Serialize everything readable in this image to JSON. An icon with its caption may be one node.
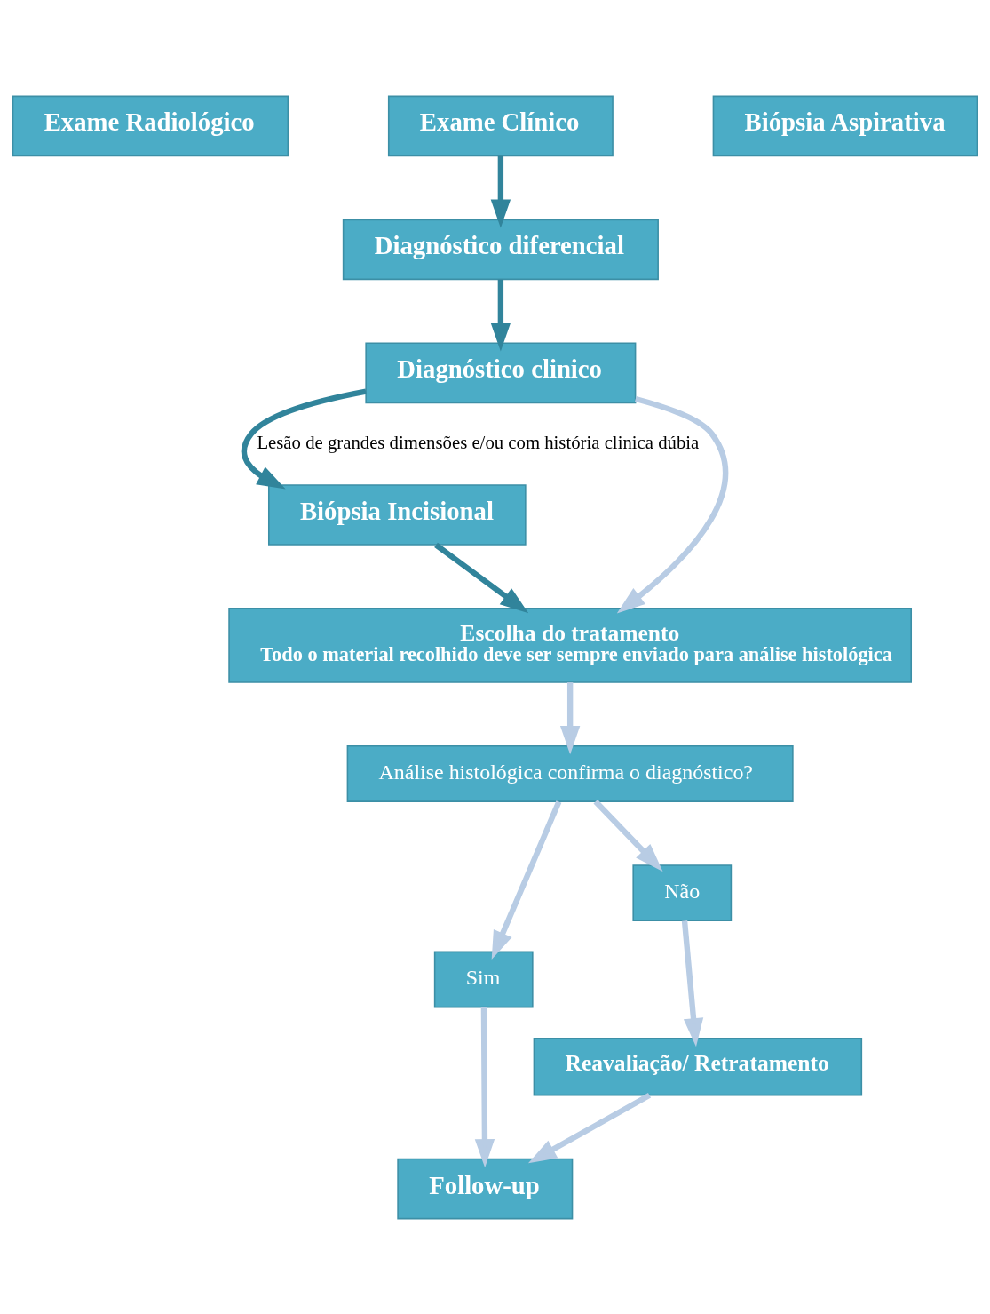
{
  "diagram": {
    "nodes": [
      {
        "text": [
          "Exame Radiológico"
        ]
      },
      {
        "text": [
          "Exame Clínico"
        ]
      },
      {
        "text": [
          "Biópsia Aspirativa"
        ]
      },
      {
        "text": [
          "Diagnóstico diferencial"
        ]
      },
      {
        "text": [
          "Diagnóstico clinico"
        ]
      },
      {
        "text": [
          "Biópsia Incisional"
        ]
      },
      {
        "text": [
          "Escolha do tratamento",
          "Todo o material recolhido deve ser sempre enviado para análise histológica"
        ]
      },
      {
        "text": [
          "Análise histológica confirma o diagnóstico?"
        ]
      },
      {
        "text": [
          "Sim"
        ]
      },
      {
        "text": [
          "Não"
        ]
      },
      {
        "text": [
          "Reavaliação/ Retratamento"
        ]
      },
      {
        "text": [
          "Follow-up"
        ]
      }
    ],
    "edges": [
      {
        "from": 1,
        "to": 3,
        "arrow": "to",
        "color": "#31849b"
      },
      {
        "from": 3,
        "to": 4,
        "arrow": "to",
        "color": "#31849b"
      },
      {
        "from": 4,
        "to": 5,
        "arrow": "to",
        "label": "Lesão de grandes dimensões e/ou com história clinica dúbia",
        "color": "#31849b"
      },
      {
        "from": 5,
        "to": 6,
        "arrow": "to",
        "color": "#31849b"
      },
      {
        "from": 4,
        "to": 6,
        "arrow": "to"
      },
      {
        "from": 6,
        "to": 7,
        "arrow": "to"
      },
      {
        "from": 7,
        "to": 8,
        "arrow": "to"
      },
      {
        "from": 7,
        "to": 9,
        "arrow": "to"
      },
      {
        "from": 9,
        "to": 10,
        "arrow": "to"
      },
      {
        "from": 8,
        "to": 11,
        "arrow": "to"
      },
      {
        "from": 10,
        "to": 11,
        "arrow": "to"
      }
    ]
  }
}
